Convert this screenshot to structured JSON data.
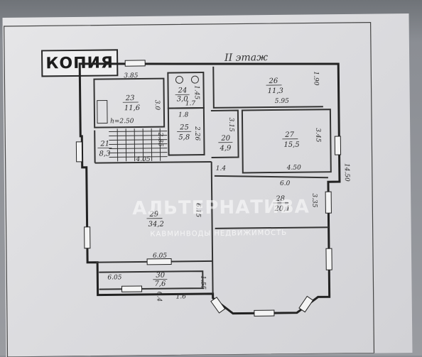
{
  "stamp": "КОПИЯ",
  "floor_title": "II этаж",
  "watermark": {
    "brand": "АЛЬТЕРНАТИВА",
    "subtitle": "КАВМИНВОДЫ НЕДВИЖИМОСТЬ"
  },
  "rooms": [
    {
      "id": "23",
      "area": "11,6"
    },
    {
      "id": "24",
      "area": "3,0"
    },
    {
      "id": "25",
      "area": "5,8"
    },
    {
      "id": "26",
      "area": "11,3"
    },
    {
      "id": "27",
      "area": "15,5"
    },
    {
      "id": "28",
      "area": "20,1"
    },
    {
      "id": "29",
      "area": "34,2"
    },
    {
      "id": "30",
      "area": "7,6"
    },
    {
      "id": "20",
      "area": "4,9"
    },
    {
      "id": "21",
      "area": "8,3"
    }
  ],
  "dimensions": [
    "3.85",
    "3.0",
    "1.7",
    "1.45",
    "1.8",
    "2.26",
    "h=2.50",
    "2.85",
    "4.05",
    "3.15",
    "5.95",
    "1.90",
    "4.50",
    "3.45",
    "1.4",
    "6.0",
    "3.35",
    "14.50",
    "6.15",
    "6.05",
    "6.05",
    "1.55",
    "1.6",
    "0.4"
  ]
}
